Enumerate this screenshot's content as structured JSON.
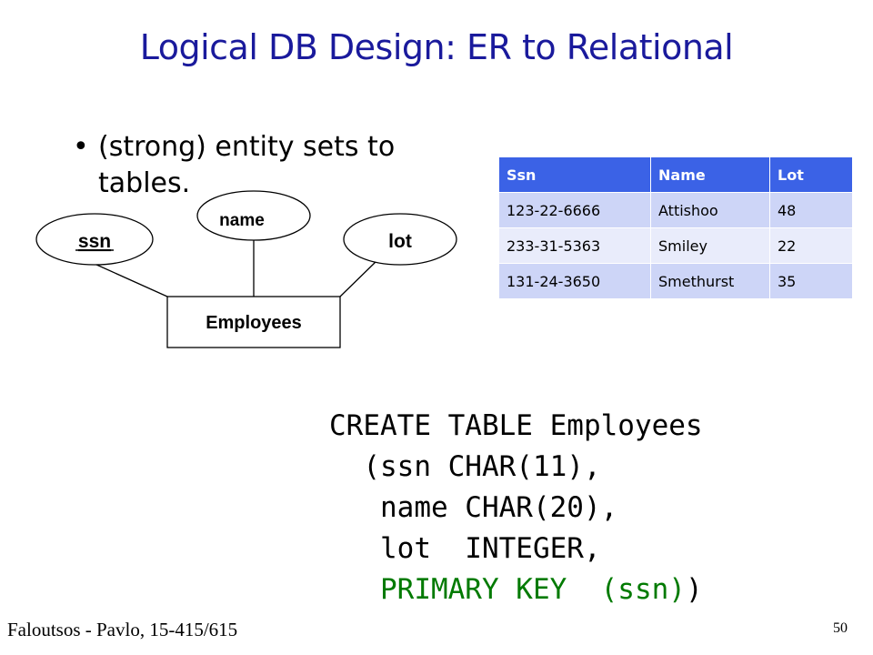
{
  "slide": {
    "title": "Logical DB Design: ER to Relational",
    "bullet": "(strong) entity sets to tables.",
    "footer": "Faloutsos - Pavlo, 15-415/615",
    "page_number": "50"
  },
  "er_diagram": {
    "entity": "Employees",
    "attributes": [
      {
        "name": "ssn",
        "key": true
      },
      {
        "name": "name",
        "key": false
      },
      {
        "name": "lot",
        "key": false
      }
    ]
  },
  "table": {
    "headers": [
      "Ssn",
      "Name",
      "Lot"
    ],
    "rows": [
      [
        "123-22-6666",
        "Attishoo",
        "48"
      ],
      [
        "233-31-5363",
        "Smiley",
        "22"
      ],
      [
        "131-24-3650",
        "Smethurst",
        "35"
      ]
    ]
  },
  "sql": {
    "line1": "CREATE TABLE Employees",
    "line2": "  (ssn CHAR(11),",
    "line3": "   name CHAR(20),",
    "line4": "   lot  INTEGER,",
    "line5_kw": "   PRIMARY KEY  (ssn)",
    "line5_end": ")"
  }
}
